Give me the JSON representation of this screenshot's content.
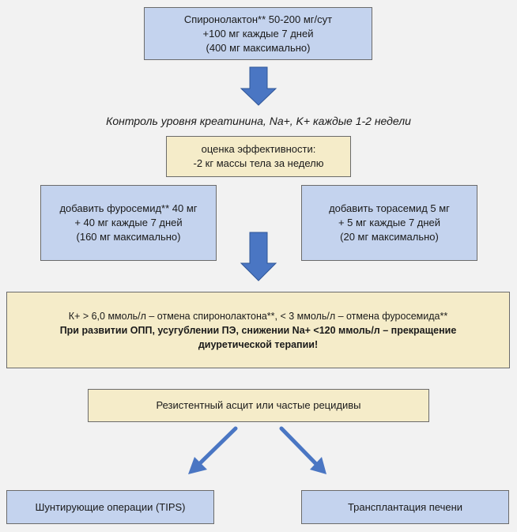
{
  "nodes": {
    "spironolactone": {
      "lines": [
        "Спиронолактон** 50-200 мг/сут",
        "+100 мг каждые 7 дней",
        "(400 мг максимально)"
      ]
    },
    "monitoring_note": "Контроль уровня креатинина, Na+, K+ каждые 1-2 недели",
    "efficacy": {
      "lines": [
        "оценка эффективности:",
        "-2 кг массы тела за неделю"
      ]
    },
    "furosemide": {
      "lines": [
        "добавить фуросемид** 40 мг",
        "+ 40 мг каждые 7 дней",
        "(160 мг максимально)"
      ]
    },
    "torasemide": {
      "lines": [
        "добавить торасемид 5 мг",
        "+ 5 мг каждые 7 дней",
        "(20 мг максимально)"
      ]
    },
    "warning": {
      "line1": "К+ > 6,0 ммоль/л – отмена спиронолактона**, < 3 ммоль/л – отмена фуросемида**",
      "line2": "При развитии ОПП, усугублении ПЭ, снижении Na+ <120 ммоль/л – прекращение",
      "line3": "диуретической терапии!"
    },
    "resistant": "Резистентный асцит или частые рецидивы",
    "tips": "Шунтирующие операции (TIPS)",
    "transplant": "Трансплантация печени"
  },
  "colors": {
    "blue_box": "#c4d3ee",
    "cream_box": "#f5ecc9",
    "arrow": "#4a76c3",
    "background": "#f2f2f2"
  },
  "icons": [
    "arrow-down-icon",
    "arrow-diagonal-icon"
  ]
}
